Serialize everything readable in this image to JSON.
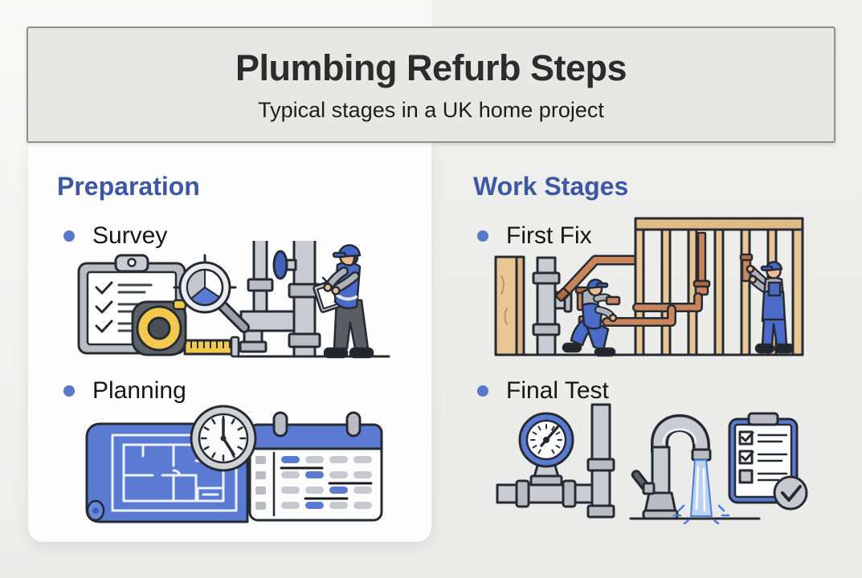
{
  "header": {
    "title": "Plumbing Refurb Steps",
    "subtitle": "Typical stages in a UK home project"
  },
  "columns": [
    {
      "heading": "Preparation",
      "items": [
        {
          "label": "Survey",
          "icons": [
            "clipboard-checklist-icon",
            "magnifier-pie-chart-icon",
            "tape-measure-icon",
            "pipework-with-valve-icon",
            "surveyor-worker-icon"
          ]
        },
        {
          "label": "Planning",
          "icons": [
            "blueprint-floor-plan-icon",
            "clock-icon",
            "schedule-calendar-icon"
          ]
        }
      ]
    },
    {
      "heading": "Work Stages",
      "items": [
        {
          "label": "First Fix",
          "icons": [
            "timber-stud-wall-icon",
            "copper-pipework-icon",
            "kneeling-plumber-icon",
            "standing-plumber-icon"
          ]
        },
        {
          "label": "Final Test",
          "icons": [
            "pressure-gauge-icon",
            "running-tap-icon",
            "checklist-complete-icon"
          ]
        }
      ]
    }
  ],
  "colors": {
    "heading_blue": "#3d57a2",
    "bullet_blue": "#5a78ca",
    "illustration_blue": "#5b7bd3",
    "copper": "#c9855c",
    "wood": "#e8c795",
    "pipe_gray": "#c9cdd3",
    "header_bg": "#e7e7e5",
    "panel_bg": "#fdfdfd",
    "outline": "#262a33"
  }
}
